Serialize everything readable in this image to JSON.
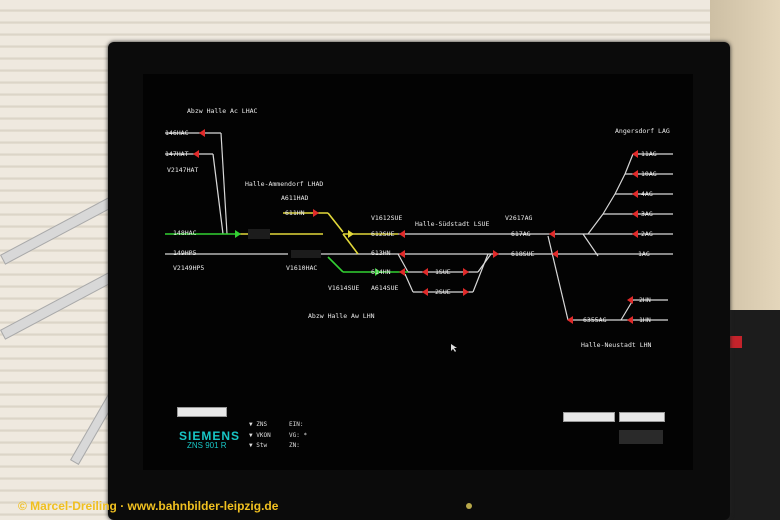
{
  "screen": {
    "top_labels": {
      "left": "Abzw Halle Ac LHAC",
      "right": "Angersdorf LAG",
      "amm": "Halle-Ammendorf LHAD",
      "sued": "Halle-Südstadt LSUE",
      "aw": "Abzw Halle Aw LHN",
      "neustadt": "Halle-Neustadt LHN"
    },
    "signals": {
      "s146": "146HAC",
      "s147": "147HAT",
      "v2147": "V2147HAT",
      "s148": "148HAC",
      "s149": "149HP5",
      "v2149": "V2149HP5",
      "a611": "A611HAD",
      "s611": "611HN",
      "v1610": "V1610HAC",
      "v1612": "V1612SUE",
      "s612": "612SUE",
      "s613": "613HN",
      "s614": "614HN",
      "v1614": "V1614SUE",
      "a614": "A614SUE",
      "s1sue": "1SUE",
      "s2sue": "2SUE",
      "v2617": "V2617AG",
      "s617": "617AG",
      "s618": "618SUE",
      "ag11": "11AG",
      "ag10": "10AG",
      "ag4": "4AG",
      "ag3": "3AG",
      "ag2": "2AG",
      "ag1": "1AG",
      "hn2": "2HN",
      "hn1": "1HN",
      "s6355": "6355AG"
    },
    "brand": {
      "name": "SIEMENS",
      "product": "ZNS 901 R"
    },
    "legend": {
      "item1": "ZNS",
      "item2": "VKON",
      "item3": "Stw",
      "ein": "EIN:",
      "vg": "VG: *",
      "zn": "ZN:"
    }
  },
  "watermark": "© Marcel-Dreiling · www.bahnbilder-leipzig.de",
  "colors": {
    "track": "#d8d8d8",
    "route_green": "#33d133",
    "route_yellow": "#e2d83a",
    "signal_red": "#e02a2a",
    "brand": "#18c6c6"
  }
}
